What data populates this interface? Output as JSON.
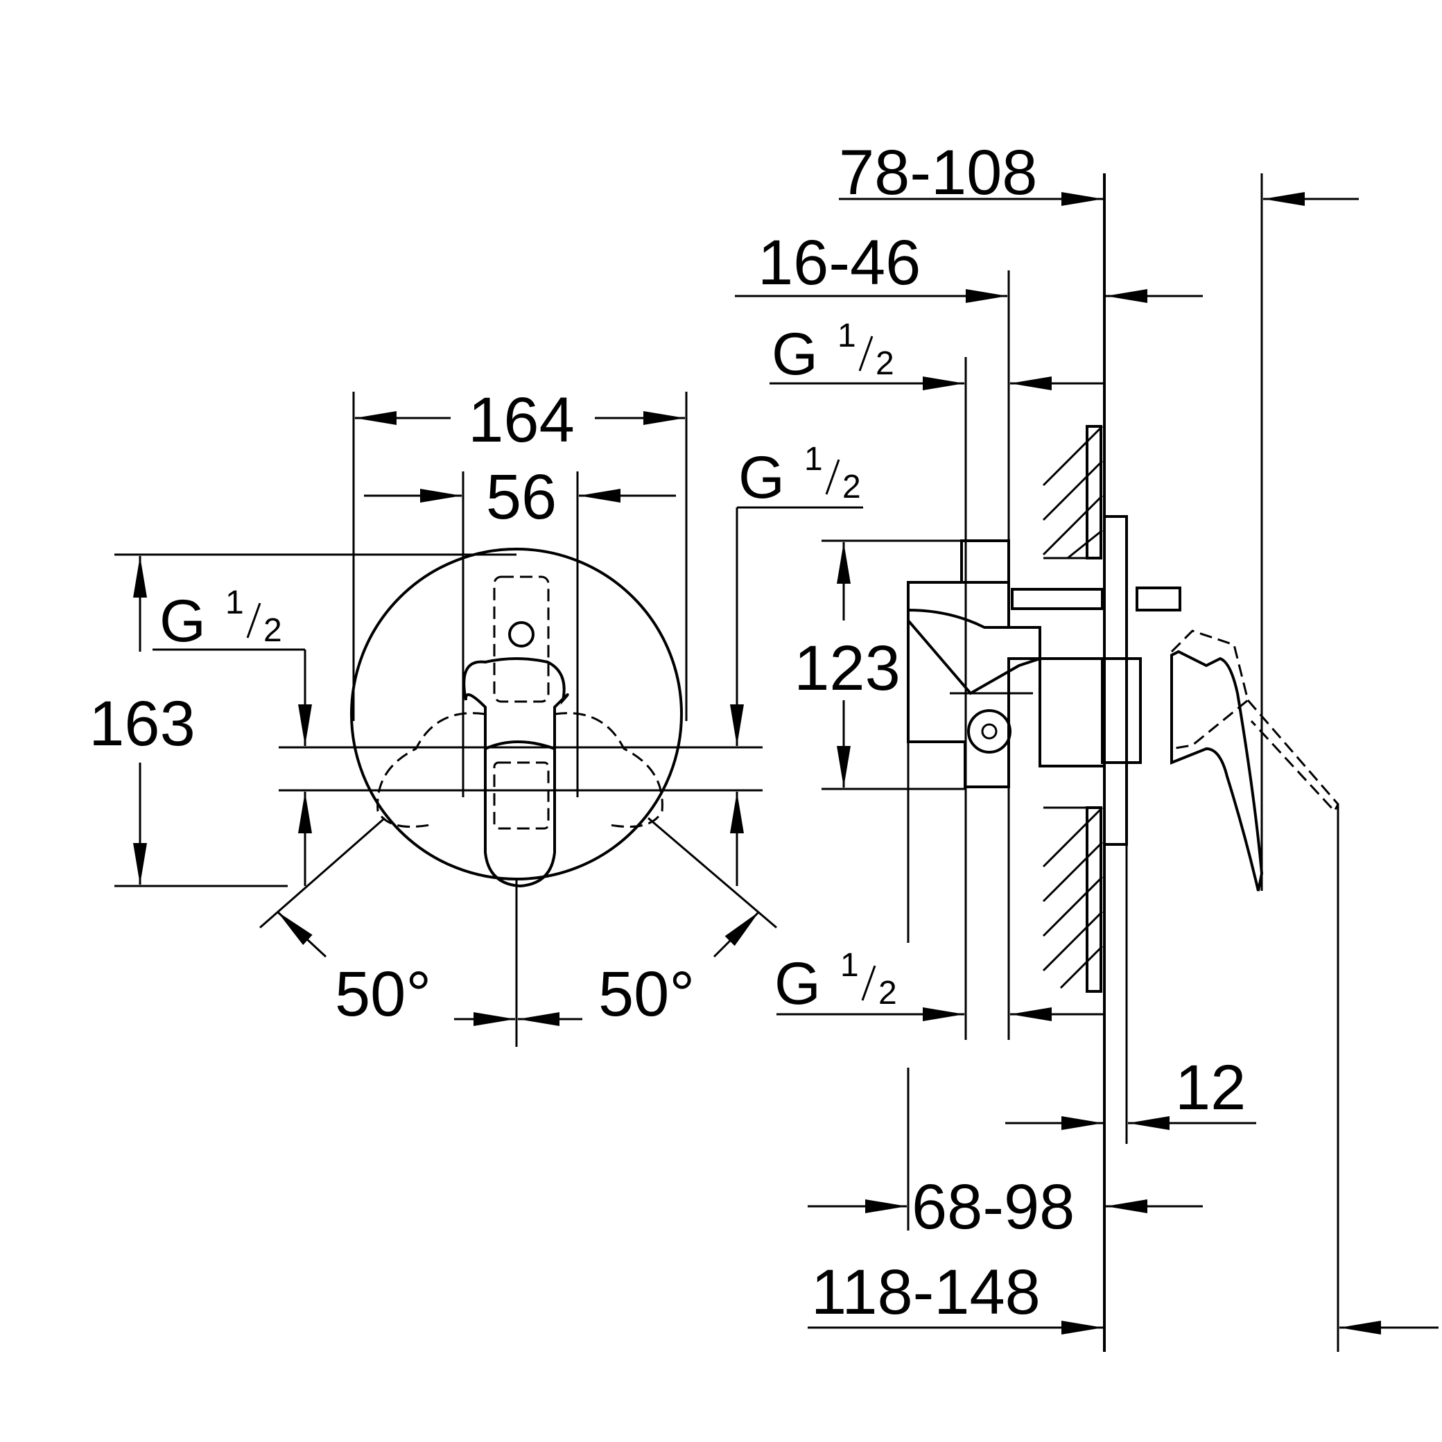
{
  "drawing": {
    "front_view": {
      "width_overall": "164",
      "width_inner": "56",
      "height_overall": "163",
      "thread_left": {
        "letter": "G",
        "num": "1",
        "den": "2"
      },
      "thread_right": {
        "letter": "G",
        "num": "1",
        "den": "2"
      },
      "angle_left": "50°",
      "angle_right": "50°"
    },
    "side_view": {
      "depth_total": "78-108",
      "depth_install": "16-46",
      "body_height": "123",
      "thread_top": {
        "letter": "G",
        "num": "1",
        "den": "2"
      },
      "thread_bottom": {
        "letter": "G",
        "num": "1",
        "den": "2"
      },
      "plate_thickness": "12",
      "depth_lower": "68-98",
      "depth_max": "118-148"
    }
  }
}
